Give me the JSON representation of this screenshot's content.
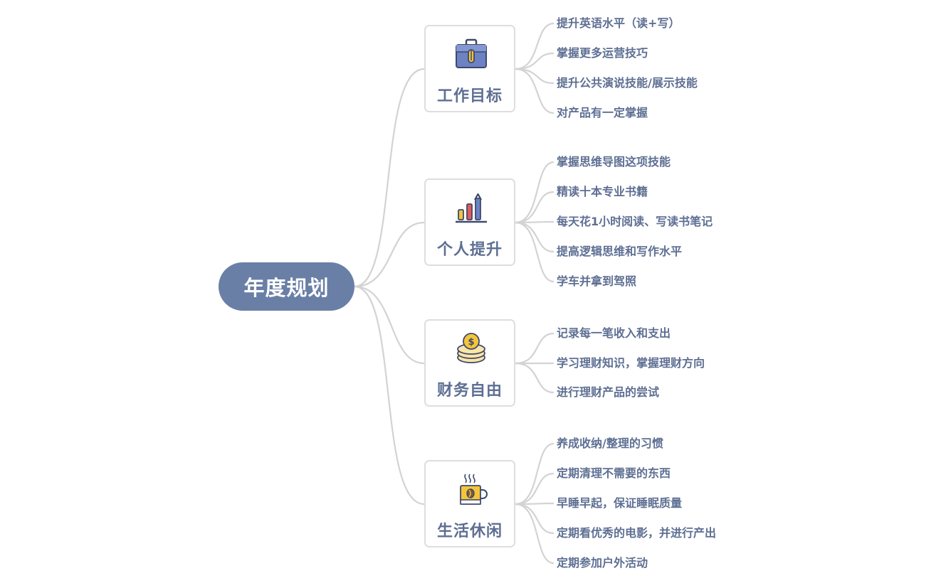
{
  "root": {
    "label": "年度规划"
  },
  "branches": [
    {
      "label": "工作目标",
      "icon": "briefcase-icon",
      "items": [
        "提升英语水平（读+写）",
        "掌握更多运营技巧",
        "提升公共演说技能/展示技能",
        "对产品有一定掌握"
      ]
    },
    {
      "label": "个人提升",
      "icon": "growth-chart-icon",
      "items": [
        "掌握思维导图这项技能",
        "精读十本专业书籍",
        "每天花1小时阅读、写读书笔记",
        "提高逻辑思维和写作水平",
        "学车并拿到驾照"
      ]
    },
    {
      "label": "财务自由",
      "icon": "coin-stack-icon",
      "items": [
        "记录每一笔收入和支出",
        "学习理财知识，掌握理财方向",
        "进行理财产品的尝试"
      ]
    },
    {
      "label": "生活休闲",
      "icon": "coffee-cup-icon",
      "items": [
        "养成收纳/整理的习惯",
        "定期清理不需要的东西",
        "早睡早起，保证睡眠质量",
        "定期看优秀的电影，并进行产出",
        "定期参加户外活动"
      ]
    }
  ],
  "colors": {
    "root_fill": "#6a7fa6",
    "text": "#5e6f93",
    "connector": "#d3d3d3",
    "box_border": "#dedede"
  }
}
